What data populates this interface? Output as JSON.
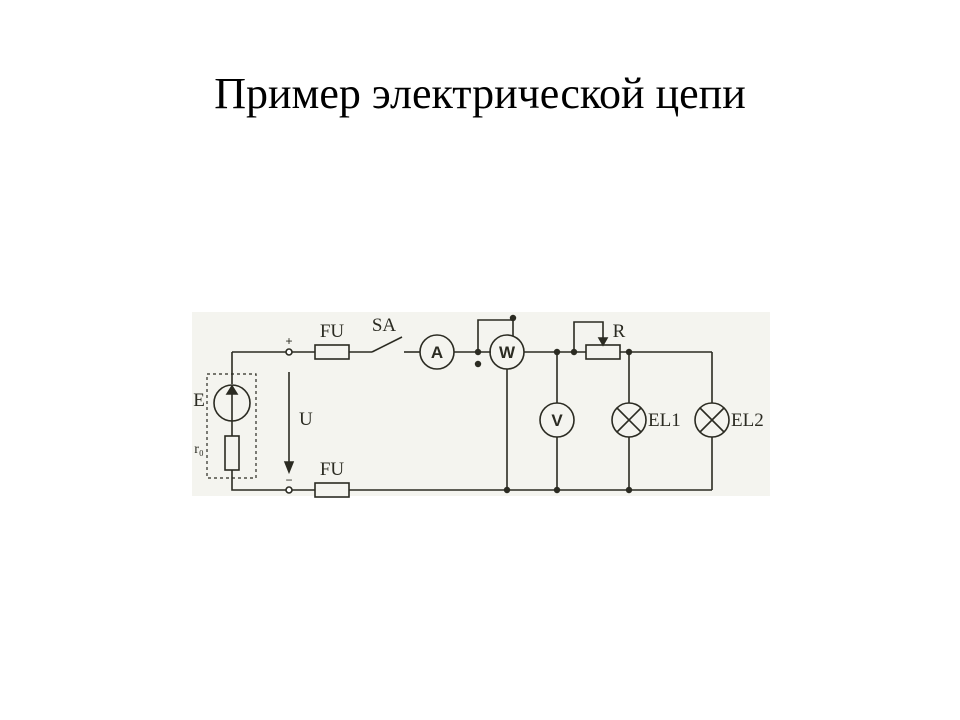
{
  "slide": {
    "title": "Пример электрической цепи"
  },
  "diagram": {
    "labels": {
      "fuse_top": "FU",
      "switch": "SA",
      "resistor": "R",
      "source": "E",
      "internal_resistance": "r₀",
      "voltage": "U",
      "fuse_bottom": "FU",
      "lamp1": "EL1",
      "lamp2": "EL2",
      "terminal_plus": "+",
      "terminal_minus": "−"
    },
    "meters": {
      "ammeter": "A",
      "wattmeter": "W",
      "voltmeter": "V"
    },
    "colors": {
      "background": "#f4f4ef",
      "line": "#2b2b22"
    }
  }
}
